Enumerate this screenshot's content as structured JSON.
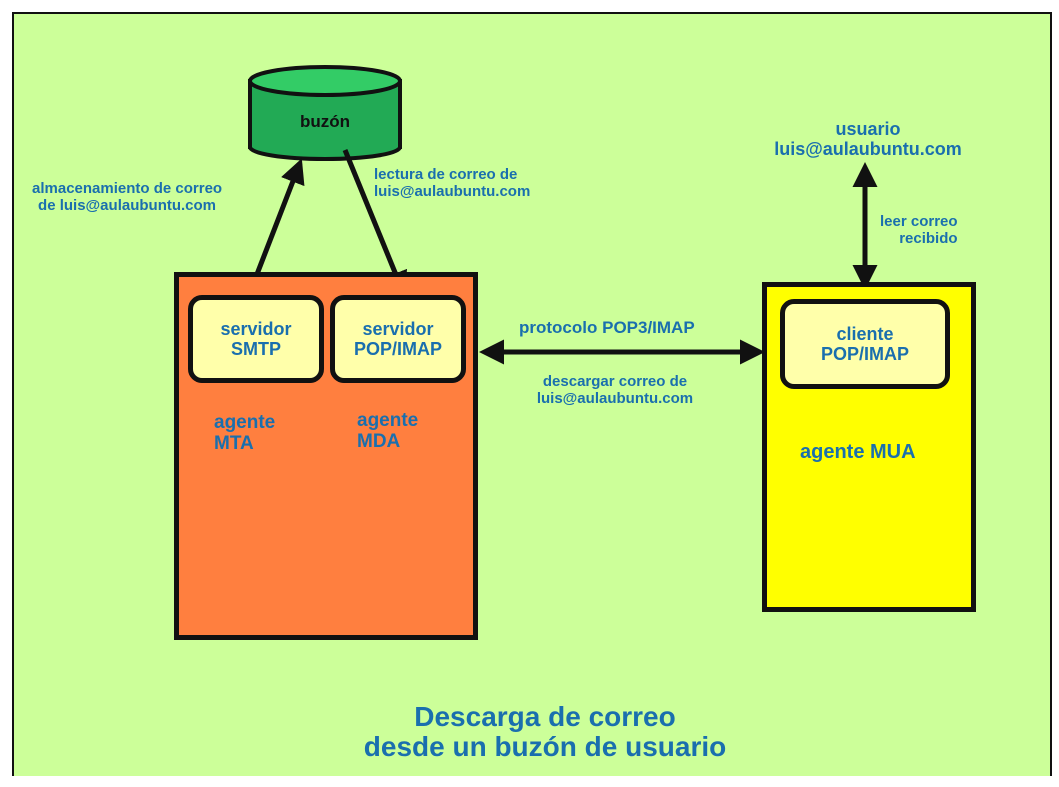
{
  "mailbox": {
    "label": "buzón"
  },
  "mta": {
    "server_line1": "servidor",
    "server_line2": "SMTP",
    "agent_line1": "agente",
    "agent_line2": "MTA"
  },
  "mda": {
    "server_line1": "servidor",
    "server_line2": "POP/IMAP",
    "agent_line1": "agente",
    "agent_line2": "MDA"
  },
  "mua": {
    "client_line1": "cliente",
    "client_line2": "POP/IMAP",
    "agent_label": "agente MUA"
  },
  "user": {
    "line1": "usuario",
    "line2": "luis@aulaubuntu.com"
  },
  "annotations": {
    "storage_line1": "almacenamiento de correo",
    "storage_line2": "de luis@aulaubuntu.com",
    "read_line1": "lectura de correo de",
    "read_line2": "luis@aulaubuntu.com",
    "user_read_line1": "leer correo",
    "user_read_line2": "recibido",
    "protocol": "protocolo POP3/IMAP",
    "download_line1": "descargar correo de",
    "download_line2": "luis@aulaubuntu.com"
  },
  "title": {
    "line1": "Descarga de correo",
    "line2": "desde un buzón de usuario"
  },
  "colors": {
    "background": "#ccff99",
    "mta_box": "#ff7f3f",
    "mua_box": "#ffff00",
    "inner_box": "#ffffaa",
    "mailbox": "#22aa55",
    "text": "#1a6fae"
  }
}
